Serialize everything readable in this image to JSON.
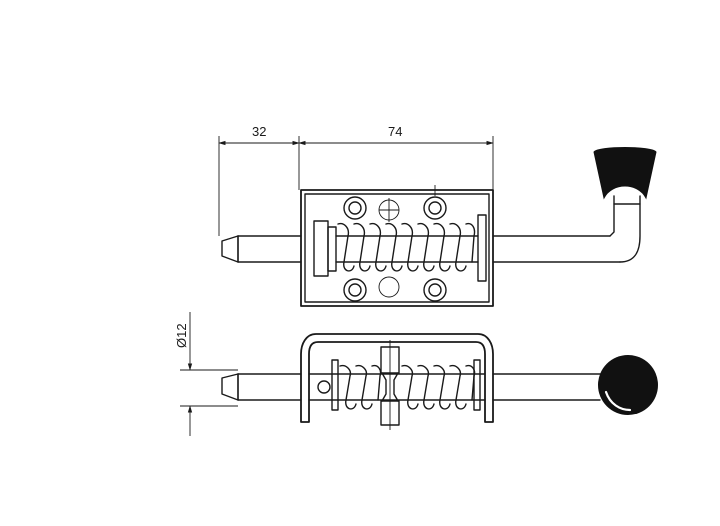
{
  "dimensions": {
    "left_length": "32",
    "body_length": "74",
    "diameter": "Ø12"
  }
}
